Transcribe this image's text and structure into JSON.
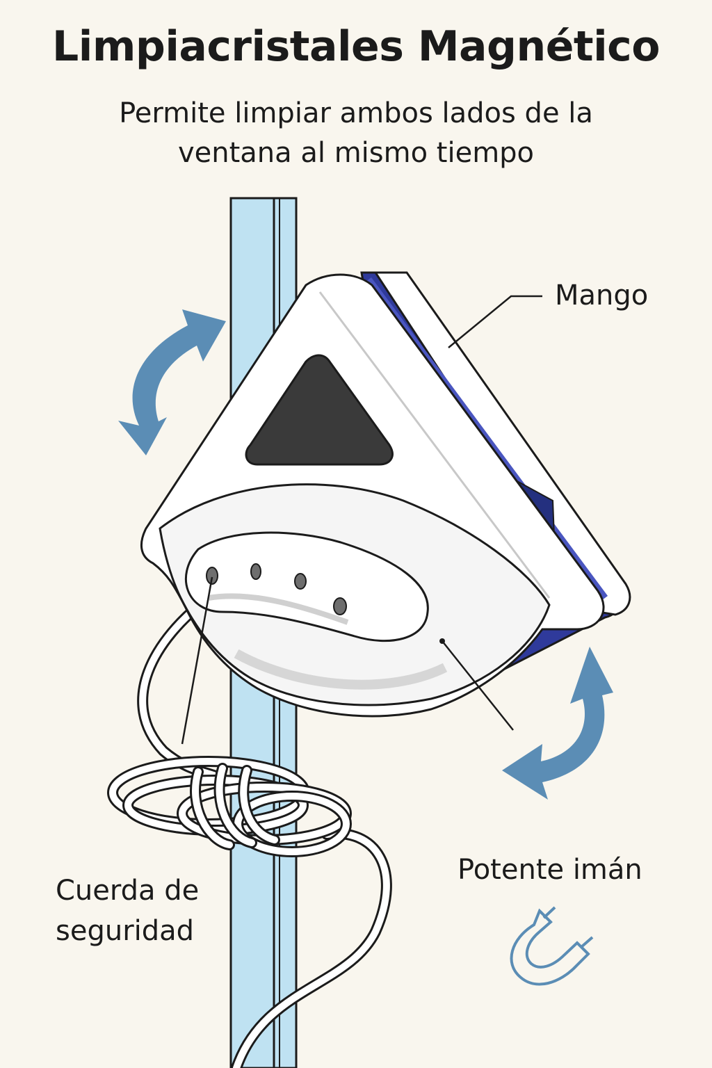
{
  "title": "Limpiacristales Magnético",
  "subtitle_line1": "Permite limpiar ambos lados de la",
  "subtitle_line2": "ventana al mismo tiempo",
  "labels": {
    "mango": "Mango",
    "cuerda_line1": "Cuerda de",
    "cuerda_line2": "seguridad",
    "potente": "Potente imán"
  },
  "icons": [
    "rotate-arrow-icon",
    "magnet-icon"
  ],
  "colors": {
    "background": "#f9f6ee",
    "glass": "#bfe2f2",
    "accent_blue": "#2f3a9b",
    "arrow_blue": "#5b8db5",
    "body_white": "#ffffff",
    "outline": "#1b1b1b"
  }
}
